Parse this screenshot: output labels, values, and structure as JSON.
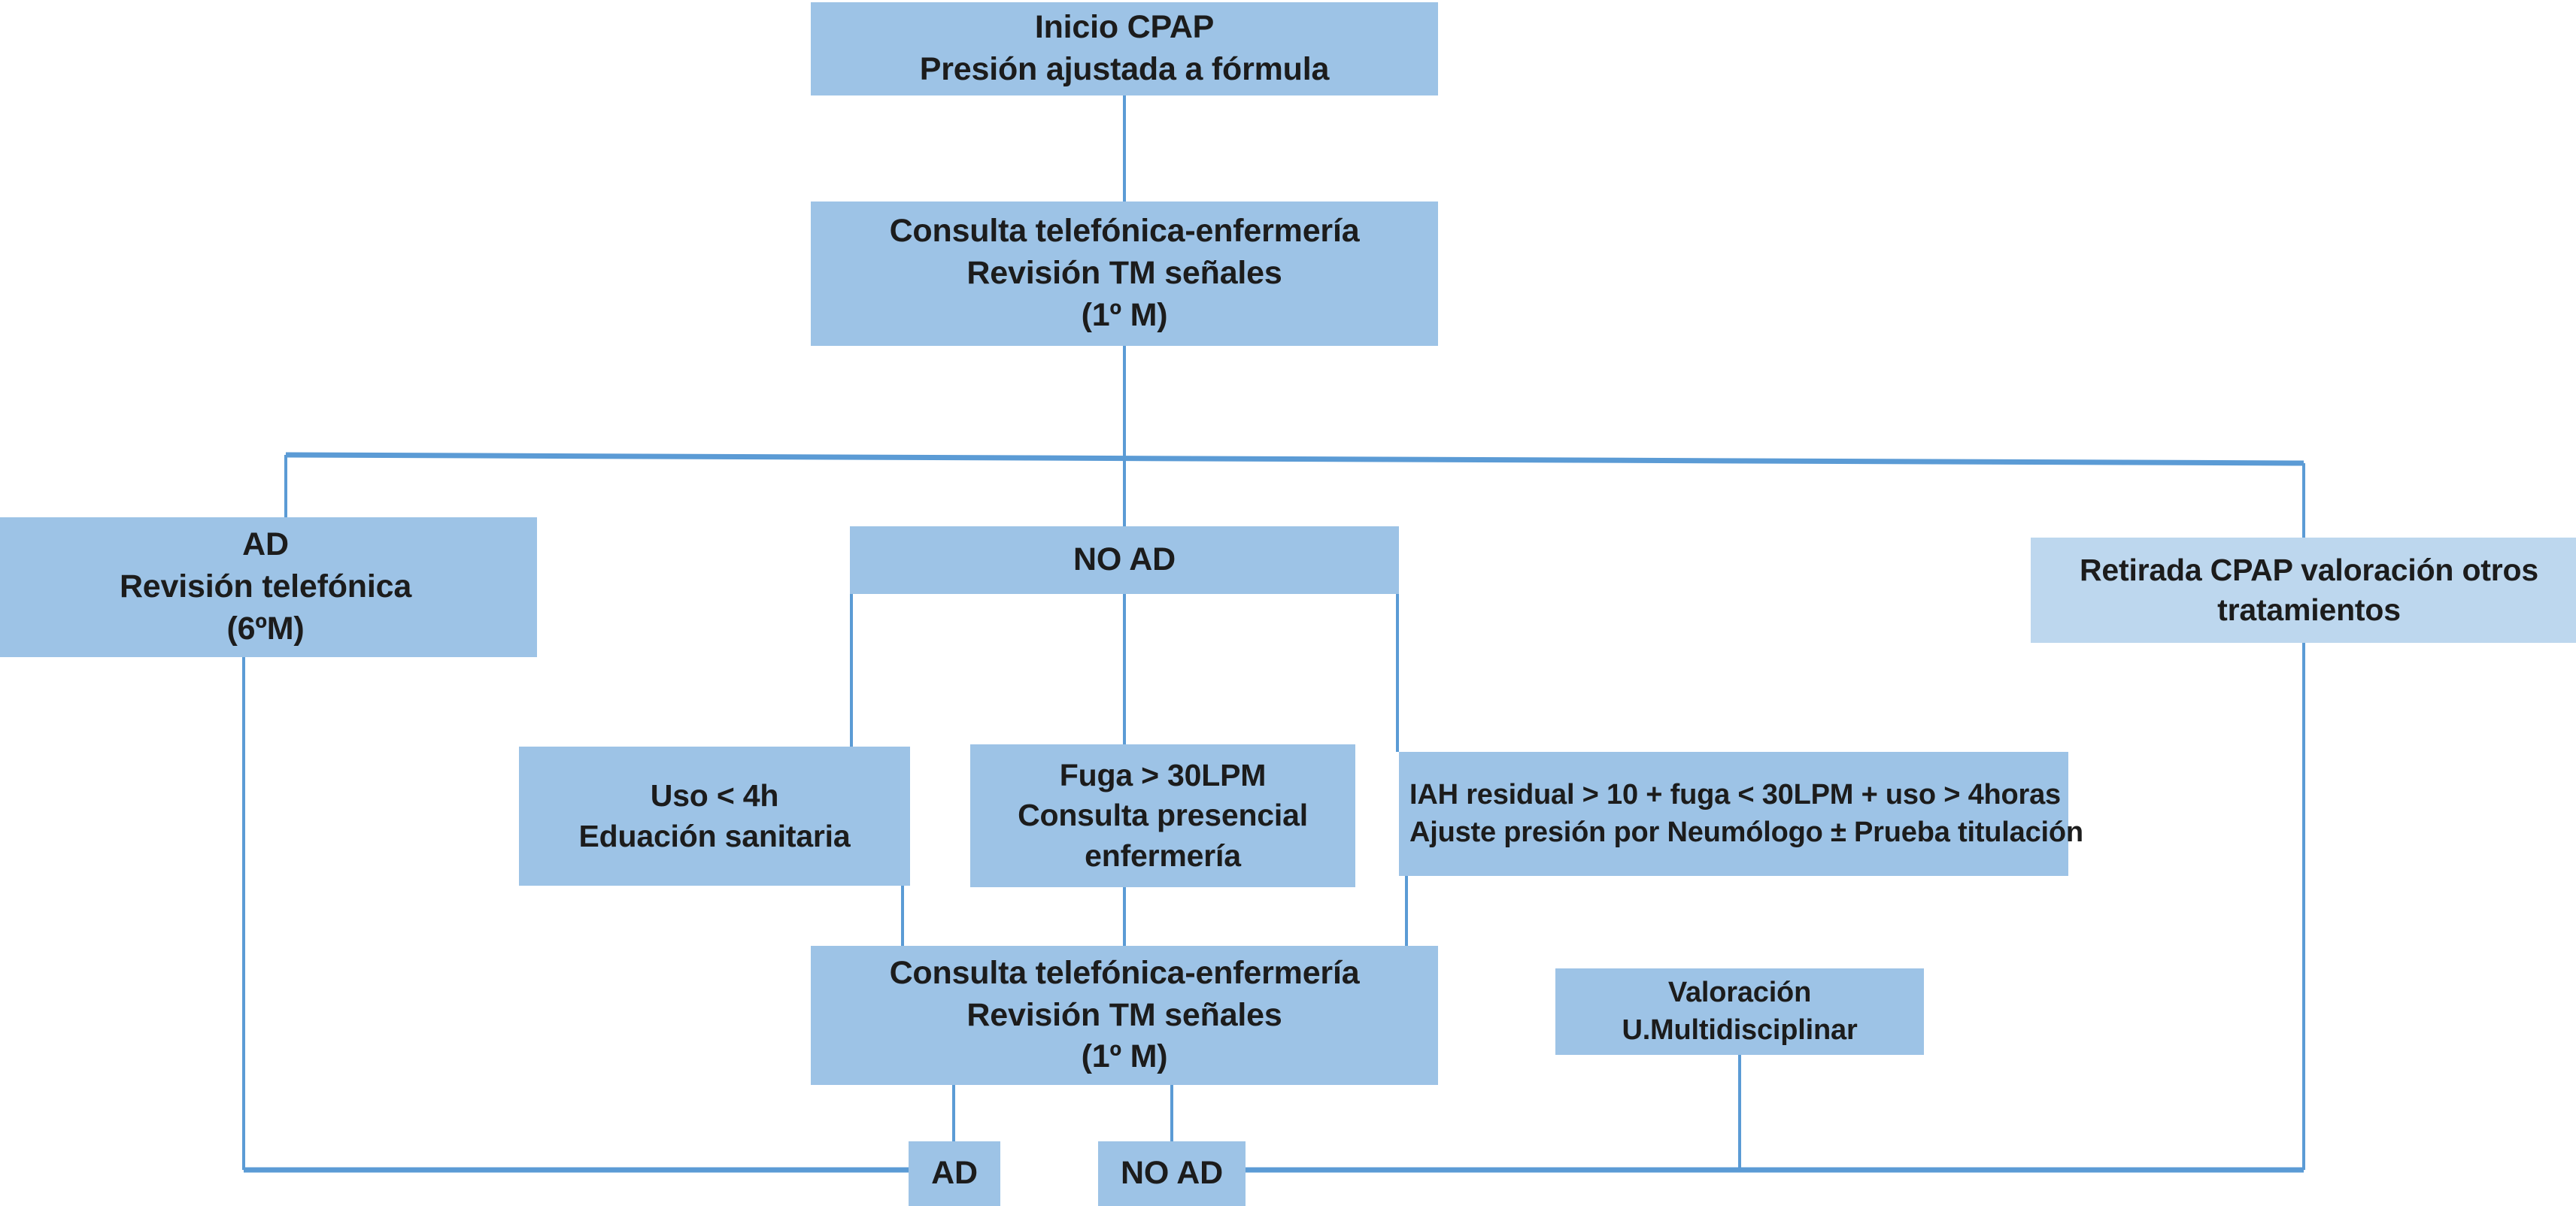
{
  "diagram": {
    "title": "Algoritmo de seguimiento CPAP",
    "colors": {
      "box_fill": "#9DC3E6",
      "box_fill_light": "#BDD7EE",
      "connector": "#5B9BD5",
      "text": "#1C1C1C"
    },
    "nodes": {
      "inicio_cpap": {
        "lines": [
          "Inicio CPAP",
          "Presión ajustada a fórmula"
        ]
      },
      "consulta_telefonica_1": {
        "lines": [
          "Consulta telefónica-enfermería",
          "Revisión TM señales",
          "(1º M)"
        ]
      },
      "ad_revision": {
        "lines": [
          "AD",
          "Revisión telefónica",
          "(6ºM)"
        ]
      },
      "no_ad": {
        "lines": [
          "NO AD"
        ]
      },
      "retirada_cpap": {
        "lines": [
          "Retirada CPAP  valoración otros",
          "tratamientos"
        ]
      },
      "uso_menor_4h": {
        "lines": [
          "Uso < 4h",
          "Eduación sanitaria"
        ]
      },
      "fuga_30lpm": {
        "lines": [
          "Fuga > 30LPM",
          "Consulta presencial",
          "enfermería"
        ]
      },
      "iah_residual": {
        "lines": [
          "IAH residual > 10 + fuga < 30LPM + uso > 4horas",
          "Ajuste presión por Neumólogo ± Prueba titulación"
        ]
      },
      "consulta_telefonica_2": {
        "lines": [
          "Consulta telefónica-enfermería",
          "Revisión TM señales",
          "(1º M)"
        ]
      },
      "valoracion_multidisciplinar": {
        "lines": [
          "Valoración",
          "U.Multidisciplinar"
        ]
      },
      "ad_bottom": {
        "lines": [
          "AD"
        ]
      },
      "no_ad_bottom": {
        "lines": [
          "NO AD"
        ]
      }
    }
  }
}
